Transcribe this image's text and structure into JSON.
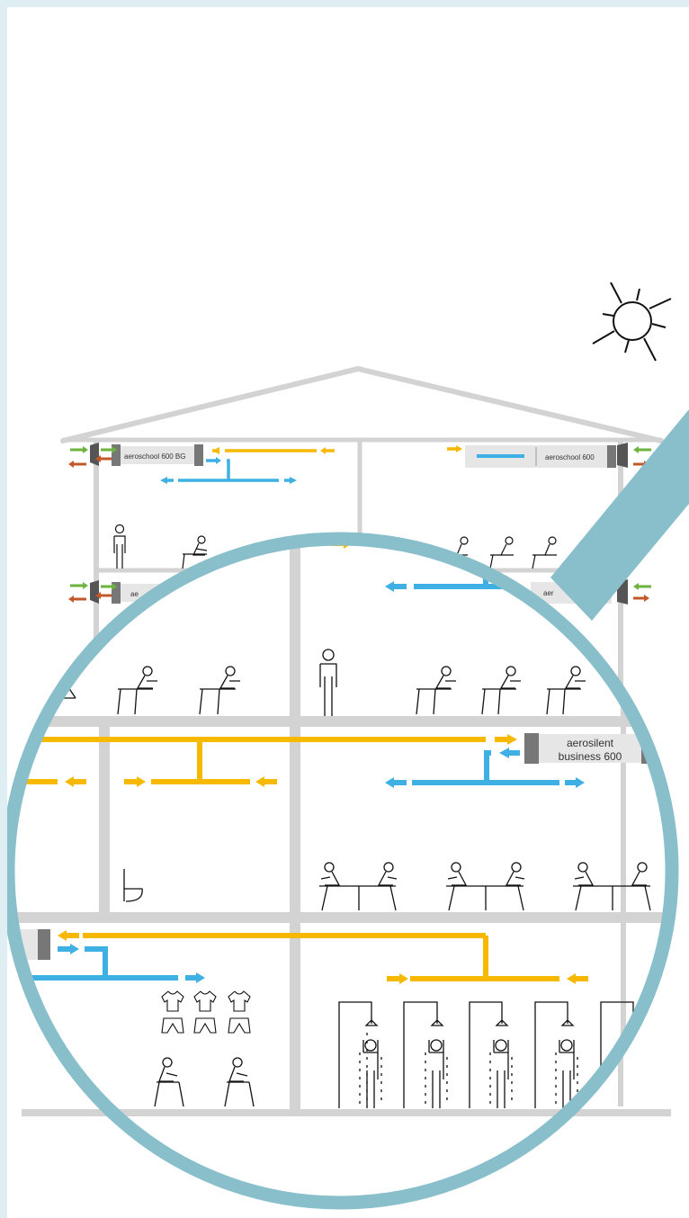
{
  "units": {
    "top_left": {
      "label": "aeroschool 600 BG"
    },
    "top_right": {
      "label": "aeroschool 600"
    },
    "mid_left": {
      "label": "ae"
    },
    "mid_right": {
      "label": "aer"
    },
    "magnified": {
      "label_line1": "aerosilent",
      "label_line2": "business 600"
    }
  },
  "colors": {
    "supply_air": "#f7b800",
    "extract_air": "#3fb0e4",
    "fresh_air": "#6db33f",
    "exhaust_air": "#c0582a",
    "structure": "#d3d3d3",
    "magnifier": "#88bfcb",
    "unit_box": "#e6e6e6",
    "unit_grille": "#777777"
  },
  "icons": [
    "sun-icon",
    "person-standing-icon",
    "person-seated-icon",
    "shower-icon",
    "toilet-icon",
    "clothes-icon",
    "magnifier-handle-icon"
  ]
}
